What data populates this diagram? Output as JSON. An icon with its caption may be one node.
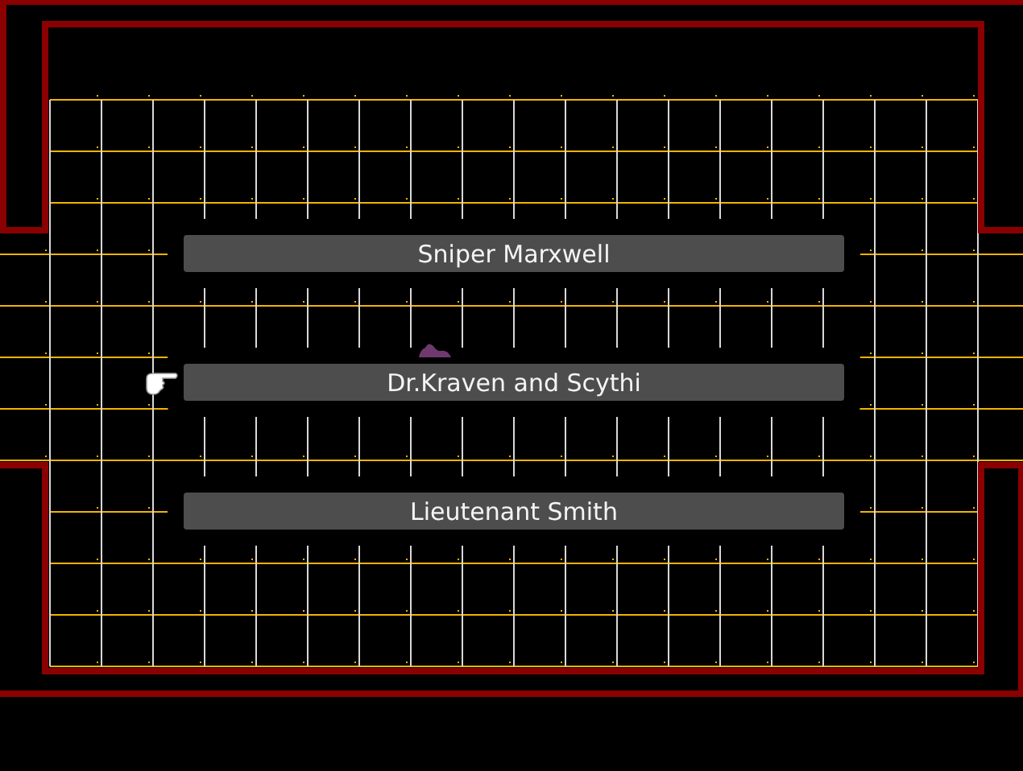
{
  "diagram": {
    "nodes": [
      {
        "text": [
          "Sniper Marxwell"
        ]
      },
      {
        "text": [
          "Dr.Kraven and Scythi"
        ]
      },
      {
        "text": [
          "Lieutenant Smith"
        ]
      }
    ]
  }
}
